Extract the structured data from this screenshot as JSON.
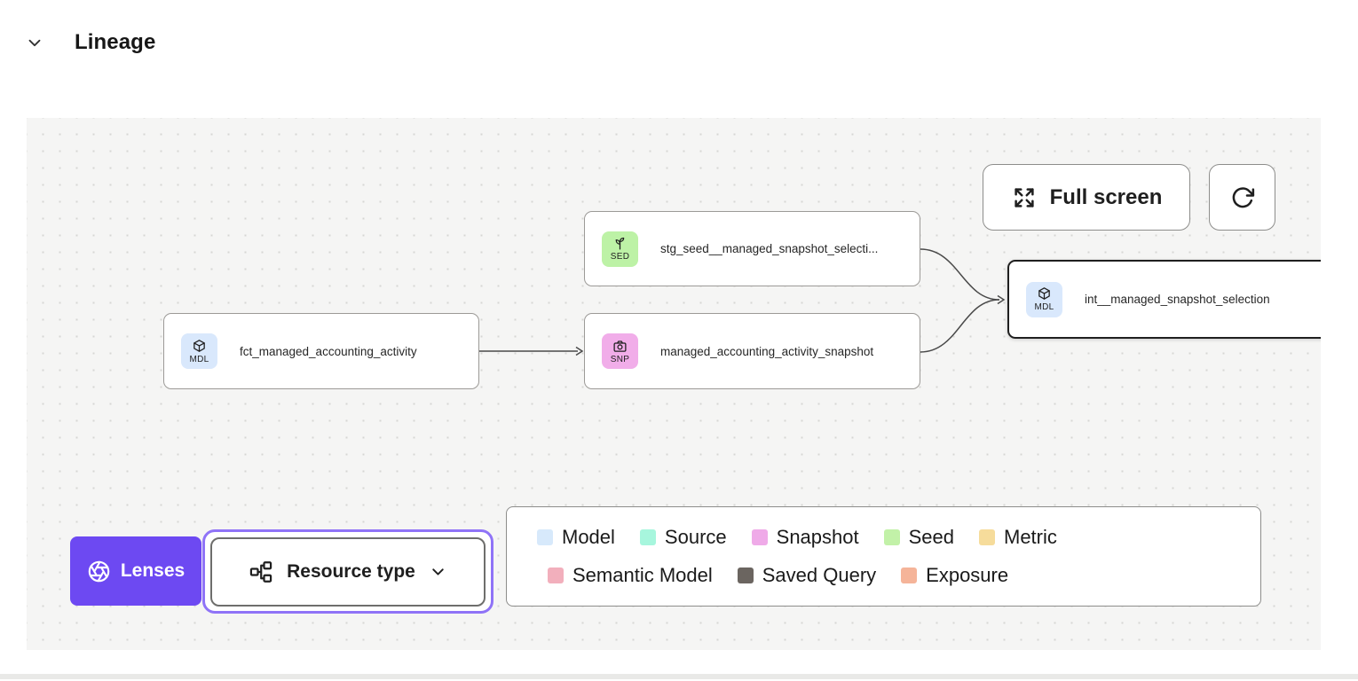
{
  "header": {
    "title": "Lineage"
  },
  "canvas": {
    "fullscreen_button": "Full screen",
    "nodes": [
      {
        "abbr": "SED",
        "label": "stg_seed__managed_snapshot_selecti...",
        "badge_color": "#bdf2a6"
      },
      {
        "abbr": "MDL",
        "label": "fct_managed_accounting_activity",
        "badge_color": "#d9e8fc"
      },
      {
        "abbr": "SNP",
        "label": "managed_accounting_activity_snapshot",
        "badge_color": "#f1ade9"
      },
      {
        "abbr": "MDL",
        "label": "int__managed_snapshot_selection",
        "badge_color": "#d9e8fc"
      }
    ],
    "lenses_button": "Lenses",
    "resource_type_dropdown": "Resource type",
    "legend": {
      "items": [
        {
          "label": "Model",
          "color": "#d7e9fb"
        },
        {
          "label": "Source",
          "color": "#a7f6dd"
        },
        {
          "label": "Snapshot",
          "color": "#efaae8"
        },
        {
          "label": "Seed",
          "color": "#c2f1a8"
        },
        {
          "label": "Metric",
          "color": "#f6dc9b"
        },
        {
          "label": "Semantic Model",
          "color": "#f2afbc"
        },
        {
          "label": "Saved Query",
          "color": "#6b6560"
        },
        {
          "label": "Exposure",
          "color": "#f5b499"
        }
      ]
    }
  },
  "colors": {
    "accent_purple": "#6d49f2",
    "focus_ring_purple": "#8f73f7",
    "canvas_background": "#f5f5f4",
    "selected_node_border": "#1f1f1f"
  }
}
